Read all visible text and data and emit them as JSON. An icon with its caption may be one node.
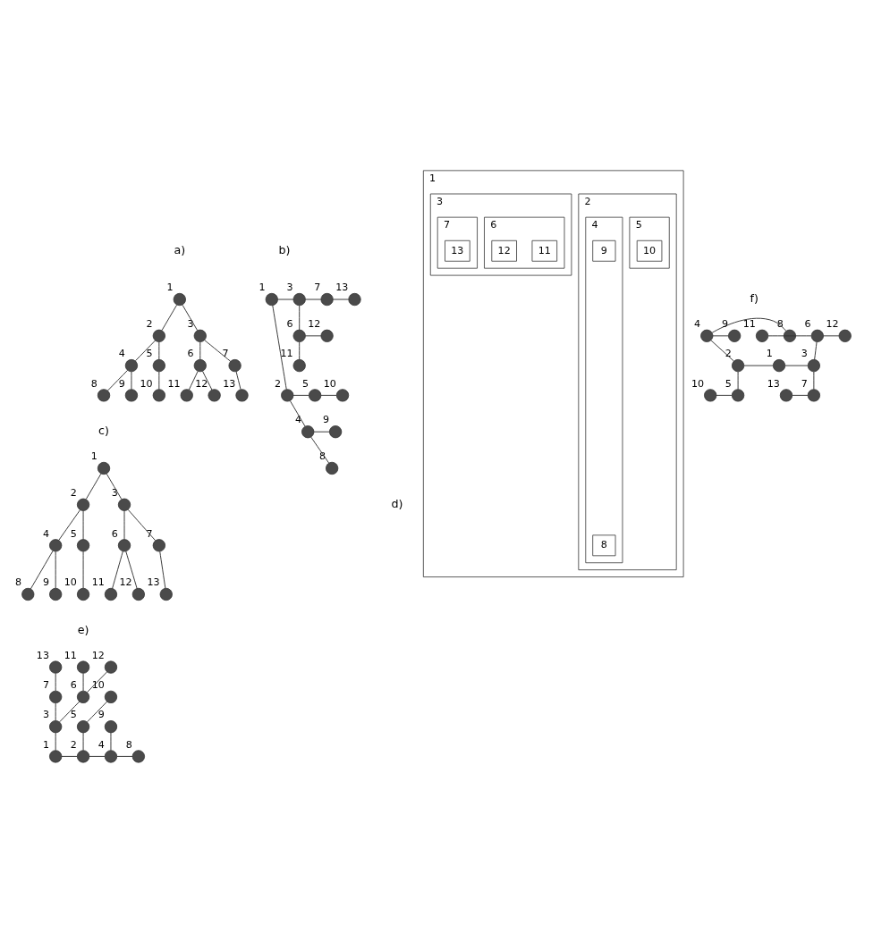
{
  "diagram": {
    "nodes": [
      {
        "text": [],
        "shape": "circle",
        "beside": [
          "1"
        ]
      },
      {
        "text": [],
        "shape": "circle",
        "beside": [
          "2"
        ]
      },
      {
        "text": [],
        "shape": "circle",
        "beside": [
          "3"
        ]
      },
      {
        "text": [],
        "shape": "circle",
        "beside": [
          "4"
        ]
      },
      {
        "text": [],
        "shape": "circle",
        "beside": [
          "5"
        ]
      },
      {
        "text": [],
        "shape": "circle",
        "beside": [
          "6"
        ]
      },
      {
        "text": [],
        "shape": "circle",
        "beside": [
          "7"
        ]
      },
      {
        "text": [],
        "shape": "circle",
        "beside": [
          "8"
        ]
      },
      {
        "text": [],
        "shape": "circle",
        "beside": [
          "9"
        ]
      },
      {
        "text": [],
        "shape": "circle",
        "beside": [
          "10"
        ]
      },
      {
        "text": [],
        "shape": "circle",
        "beside": [
          "11"
        ]
      },
      {
        "text": [],
        "shape": "circle",
        "beside": [
          "12"
        ]
      },
      {
        "text": [],
        "shape": "circle",
        "beside": [
          "13"
        ]
      },
      {
        "text": [],
        "shape": "circle",
        "beside": [
          "1"
        ]
      },
      {
        "text": [],
        "shape": "circle",
        "beside": [
          "2"
        ]
      },
      {
        "text": [],
        "shape": "circle",
        "beside": [
          "3"
        ]
      },
      {
        "text": [],
        "shape": "circle",
        "beside": [
          "4"
        ]
      },
      {
        "text": [],
        "shape": "circle",
        "beside": [
          "5"
        ]
      },
      {
        "text": [],
        "shape": "circle",
        "beside": [
          "6"
        ]
      },
      {
        "text": [],
        "shape": "circle",
        "beside": [
          "7"
        ]
      },
      {
        "text": [],
        "shape": "circle",
        "beside": [
          "8"
        ]
      },
      {
        "text": [],
        "shape": "circle",
        "beside": [
          "9"
        ]
      },
      {
        "text": [],
        "shape": "circle",
        "beside": [
          "10"
        ]
      },
      {
        "text": [],
        "shape": "circle",
        "beside": [
          "11"
        ]
      },
      {
        "text": [],
        "shape": "circle",
        "beside": [
          "12"
        ]
      },
      {
        "text": [],
        "shape": "circle",
        "beside": [
          "13"
        ]
      },
      {
        "text": [],
        "shape": "circle",
        "beside": [
          "1"
        ]
      },
      {
        "text": [],
        "shape": "circle",
        "beside": [
          "2"
        ]
      },
      {
        "text": [],
        "shape": "circle",
        "beside": [
          "3"
        ]
      },
      {
        "text": [],
        "shape": "circle",
        "beside": [
          "4"
        ]
      },
      {
        "text": [],
        "shape": "circle",
        "beside": [
          "5"
        ]
      },
      {
        "text": [],
        "shape": "circle",
        "beside": [
          "6"
        ]
      },
      {
        "text": [],
        "shape": "circle",
        "beside": [
          "7"
        ]
      },
      {
        "text": [],
        "shape": "circle",
        "beside": [
          "8"
        ]
      },
      {
        "text": [],
        "shape": "circle",
        "beside": [
          "9"
        ]
      },
      {
        "text": [],
        "shape": "circle",
        "beside": [
          "10"
        ]
      },
      {
        "text": [],
        "shape": "circle",
        "beside": [
          "11"
        ]
      },
      {
        "text": [],
        "shape": "circle",
        "beside": [
          "12"
        ]
      },
      {
        "text": [],
        "shape": "circle",
        "beside": [
          "13"
        ]
      },
      {
        "text": [
          "1"
        ]
      },
      {
        "text": [
          "2"
        ],
        "in": 39
      },
      {
        "text": [
          "3"
        ],
        "in": 39
      },
      {
        "text": [
          "4"
        ],
        "in": 40
      },
      {
        "text": [
          "5"
        ],
        "in": 40
      },
      {
        "text": [
          "6"
        ],
        "in": 41
      },
      {
        "text": [
          "7"
        ],
        "in": 41
      },
      {
        "text": [
          "8"
        ],
        "in": 42
      },
      {
        "text": [
          "9"
        ],
        "in": 42
      },
      {
        "text": [
          "10"
        ],
        "in": 43
      },
      {
        "text": [
          "11"
        ],
        "in": 44
      },
      {
        "text": [
          "12"
        ],
        "in": 44
      },
      {
        "text": [
          "13"
        ],
        "in": 45
      },
      {
        "text": [],
        "shape": "circle",
        "beside": [
          "1"
        ]
      },
      {
        "text": [],
        "shape": "circle",
        "beside": [
          "2"
        ]
      },
      {
        "text": [],
        "shape": "circle",
        "beside": [
          "3"
        ]
      },
      {
        "text": [],
        "shape": "circle",
        "beside": [
          "4"
        ]
      },
      {
        "text": [],
        "shape": "circle",
        "beside": [
          "5"
        ]
      },
      {
        "text": [],
        "shape": "circle",
        "beside": [
          "6"
        ]
      },
      {
        "text": [],
        "shape": "circle",
        "beside": [
          "7"
        ]
      },
      {
        "text": [],
        "shape": "circle",
        "beside": [
          "8"
        ]
      },
      {
        "text": [],
        "shape": "circle",
        "beside": [
          "9"
        ]
      },
      {
        "text": [],
        "shape": "circle",
        "beside": [
          "10"
        ]
      },
      {
        "text": [],
        "shape": "circle",
        "beside": [
          "11"
        ]
      },
      {
        "text": [],
        "shape": "circle",
        "beside": [
          "12"
        ]
      },
      {
        "text": [],
        "shape": "circle",
        "beside": [
          "13"
        ]
      },
      {
        "text": [],
        "shape": "circle",
        "beside": [
          "1"
        ]
      },
      {
        "text": [],
        "shape": "circle",
        "beside": [
          "2"
        ]
      },
      {
        "text": [],
        "shape": "circle",
        "beside": [
          "3"
        ]
      },
      {
        "text": [],
        "shape": "circle",
        "beside": [
          "4"
        ]
      },
      {
        "text": [],
        "shape": "circle",
        "beside": [
          "5"
        ]
      },
      {
        "text": [],
        "shape": "circle",
        "beside": [
          "6"
        ]
      },
      {
        "text": [],
        "shape": "circle",
        "beside": [
          "7"
        ]
      },
      {
        "text": [],
        "shape": "circle",
        "beside": [
          "8"
        ]
      },
      {
        "text": [],
        "shape": "circle",
        "beside": [
          "9"
        ]
      },
      {
        "text": [],
        "shape": "circle",
        "beside": [
          "10"
        ]
      },
      {
        "text": [],
        "shape": "circle",
        "beside": [
          "11"
        ]
      },
      {
        "text": [],
        "shape": "circle",
        "beside": [
          "12"
        ]
      },
      {
        "text": [],
        "shape": "circle",
        "beside": [
          "13"
        ]
      }
    ],
    "edges": [
      {
        "from": 0,
        "to": 1,
        "arrow": "none"
      },
      {
        "from": 0,
        "to": 2,
        "arrow": "none"
      },
      {
        "from": 1,
        "to": 3,
        "arrow": "none"
      },
      {
        "from": 1,
        "to": 4,
        "arrow": "none"
      },
      {
        "from": 2,
        "to": 5,
        "arrow": "none"
      },
      {
        "from": 2,
        "to": 6,
        "arrow": "none"
      },
      {
        "from": 3,
        "to": 7,
        "arrow": "none"
      },
      {
        "from": 3,
        "to": 8,
        "arrow": "none"
      },
      {
        "from": 4,
        "to": 9,
        "arrow": "none"
      },
      {
        "from": 5,
        "to": 10,
        "arrow": "none"
      },
      {
        "from": 5,
        "to": 11,
        "arrow": "none"
      },
      {
        "from": 6,
        "to": 12,
        "arrow": "none"
      },
      {
        "from": 13,
        "to": 14,
        "arrow": "none"
      },
      {
        "from": 13,
        "to": 15,
        "arrow": "none"
      },
      {
        "from": 14,
        "to": 16,
        "arrow": "none"
      },
      {
        "from": 14,
        "to": 17,
        "arrow": "none"
      },
      {
        "from": 15,
        "to": 18,
        "arrow": "none"
      },
      {
        "from": 15,
        "to": 19,
        "arrow": "none"
      },
      {
        "from": 16,
        "to": 20,
        "arrow": "none"
      },
      {
        "from": 16,
        "to": 21,
        "arrow": "none"
      },
      {
        "from": 17,
        "to": 22,
        "arrow": "none"
      },
      {
        "from": 18,
        "to": 23,
        "arrow": "none"
      },
      {
        "from": 18,
        "to": 24,
        "arrow": "none"
      },
      {
        "from": 19,
        "to": 25,
        "arrow": "none"
      },
      {
        "from": 26,
        "to": 27,
        "arrow": "none"
      },
      {
        "from": 26,
        "to": 28,
        "arrow": "none"
      },
      {
        "from": 27,
        "to": 29,
        "arrow": "none"
      },
      {
        "from": 27,
        "to": 30,
        "arrow": "none"
      },
      {
        "from": 28,
        "to": 31,
        "arrow": "none"
      },
      {
        "from": 28,
        "to": 32,
        "arrow": "none"
      },
      {
        "from": 29,
        "to": 33,
        "arrow": "none"
      },
      {
        "from": 29,
        "to": 34,
        "arrow": "none"
      },
      {
        "from": 30,
        "to": 35,
        "arrow": "none"
      },
      {
        "from": 31,
        "to": 36,
        "arrow": "none"
      },
      {
        "from": 31,
        "to": 37,
        "arrow": "none"
      },
      {
        "from": 32,
        "to": 38,
        "arrow": "none"
      },
      {
        "from": 54,
        "to": 52,
        "arrow": "none"
      },
      {
        "from": 52,
        "to": 53,
        "arrow": "none"
      },
      {
        "from": 57,
        "to": 54,
        "arrow": "none"
      },
      {
        "from": 58,
        "to": 54,
        "arrow": "none"
      },
      {
        "from": 56,
        "to": 53,
        "arrow": "none"
      },
      {
        "from": 53,
        "to": 55,
        "arrow": "none"
      },
      {
        "from": 62,
        "to": 57,
        "arrow": "none"
      },
      {
        "from": 63,
        "to": 57,
        "arrow": "none"
      },
      {
        "from": 64,
        "to": 58,
        "arrow": "none"
      },
      {
        "from": 61,
        "to": 56,
        "arrow": "none"
      },
      {
        "from": 60,
        "to": 55,
        "arrow": "none"
      },
      {
        "from": 55,
        "to": 59,
        "arrow": "none"
      },
      {
        "from": 66,
        "to": 65,
        "arrow": "none"
      },
      {
        "from": 65,
        "to": 67,
        "arrow": "none"
      },
      {
        "from": 68,
        "to": 66,
        "arrow": "none"
      },
      {
        "from": 66,
        "to": 69,
        "arrow": "none"
      },
      {
        "from": 70,
        "to": 67,
        "arrow": "none"
      },
      {
        "from": 67,
        "to": 71,
        "arrow": "none"
      },
      {
        "from": 72,
        "to": 68,
        "arrow": "none"
      },
      {
        "from": 68,
        "to": 73,
        "arrow": "none"
      },
      {
        "from": 74,
        "to": 69,
        "arrow": "none"
      },
      {
        "from": 75,
        "to": 70,
        "arrow": "none"
      },
      {
        "from": 70,
        "to": 76,
        "arrow": "none"
      },
      {
        "from": 77,
        "to": 71,
        "arrow": "none"
      }
    ],
    "labels": [
      "a)",
      "b)",
      "c)",
      "d)",
      "e)",
      "f)"
    ]
  }
}
